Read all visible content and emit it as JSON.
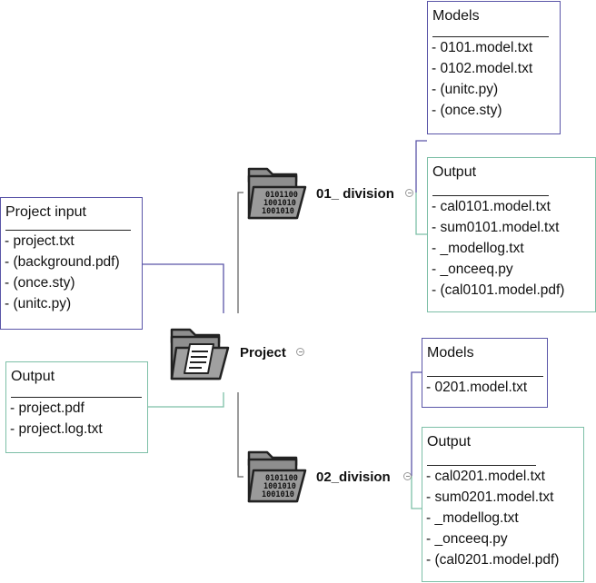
{
  "root": {
    "label": "Project"
  },
  "left_boxes": [
    {
      "title": "Project input",
      "items": [
        "- project.txt",
        "- (background.pdf)",
        "- (once.sty)",
        "- (unitc.py)"
      ]
    },
    {
      "title": "Output",
      "items": [
        "- project.pdf",
        "- project.log.txt"
      ]
    }
  ],
  "divisions": [
    {
      "label": "01_ division",
      "models": {
        "title": "Models",
        "items": [
          "- 0101.model.txt",
          "- 0102.model.txt",
          "- (unitc.py)",
          "- (once.sty)"
        ]
      },
      "output": {
        "title": "Output",
        "items": [
          "- cal0101.model.txt",
          "- sum0101.model.txt",
          "- _modellog.txt",
          "- _onceeq.py",
          "-  (cal0101.model.pdf)"
        ]
      }
    },
    {
      "label": "02_division",
      "models": {
        "title": "Models",
        "items": [
          "- 0201.model.txt"
        ]
      },
      "output": {
        "title": "Output",
        "items": [
          "- cal0201.model.txt",
          "- sum0201.model.txt",
          "- _modellog.txt",
          "- _onceeq.py",
          "- (cal0201.model.pdf)"
        ]
      }
    }
  ],
  "folder_binary_lines": [
    "0101100",
    "1001010",
    "1001010"
  ],
  "colors": {
    "models_border": "#5a55a8",
    "output_border": "#7dbfa7",
    "connector": "#666666",
    "folder_fill": "#8e8e8e"
  }
}
